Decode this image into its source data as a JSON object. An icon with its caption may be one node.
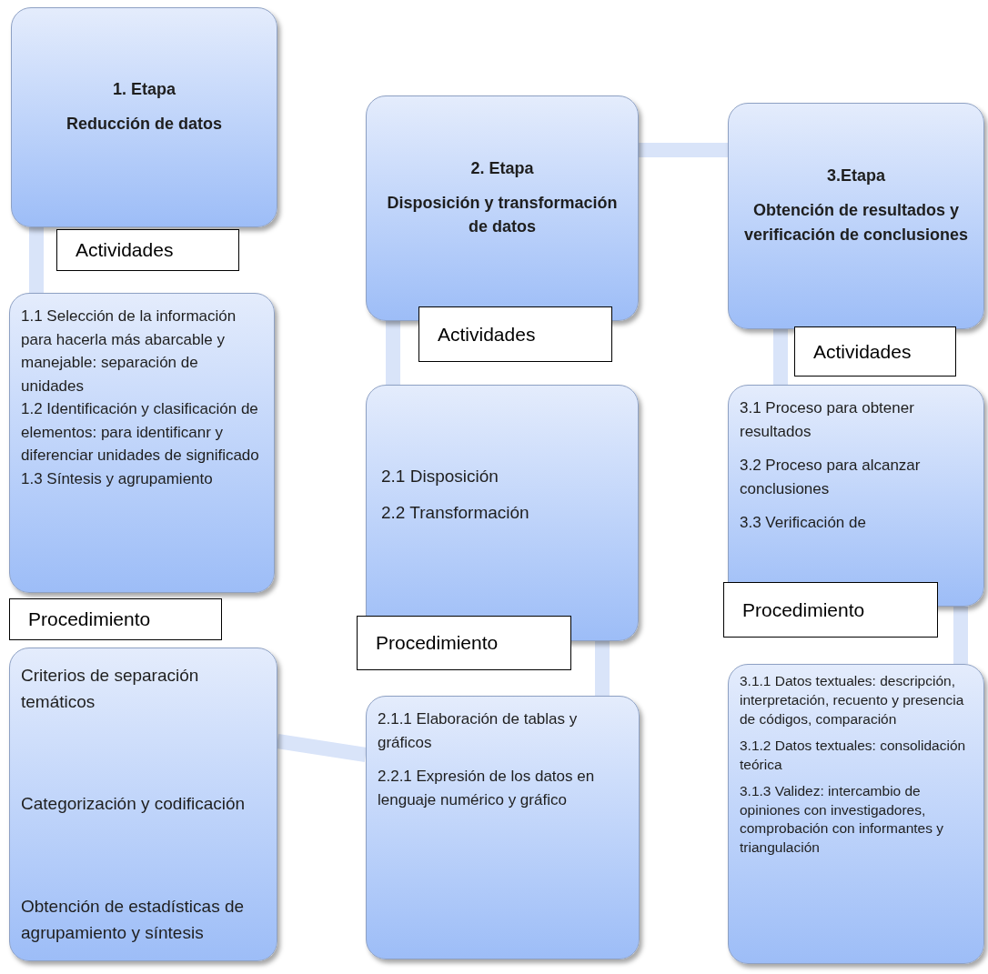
{
  "diagram": {
    "nodes": [
      {
        "text": [
          "1. Etapa",
          "Reducción de datos"
        ]
      },
      {
        "text": [
          "Actividades"
        ]
      },
      {
        "text": [
          "1.1 Selección de la información para hacerla más abarcable y manejable: separación de unidades",
          "1.2 Identificación y clasificación de elementos: para identificanr y diferenciar unidades de significado",
          "1.3 Síntesis y agrupamiento"
        ]
      },
      {
        "text": [
          "Procedimiento"
        ]
      },
      {
        "text": [
          "Criterios de separación temáticos",
          "Categorización y codificación",
          "Obtención de estadísticas de agrupamiento y síntesis"
        ]
      },
      {
        "text": [
          "2.  Etapa",
          "Disposición y transformación de datos"
        ]
      },
      {
        "text": [
          "Actividades"
        ]
      },
      {
        "text": [
          "2.1 Disposición",
          "2.2 Transformación"
        ]
      },
      {
        "text": [
          "Procedimiento"
        ]
      },
      {
        "text": [
          "2.1.1 Elaboración de tablas y gráficos",
          "2.2.1 Expresión de los datos en lenguaje numérico y gráfico"
        ]
      },
      {
        "text": [
          "3.Etapa",
          "Obtención de resultados y verificación de conclusiones"
        ]
      },
      {
        "text": [
          "Actividades"
        ]
      },
      {
        "text": [
          "3.1 Proceso para obtener resultados",
          "3.2 Proceso para alcanzar conclusiones",
          "3.3 Verificación de"
        ]
      },
      {
        "text": [
          "Procedimiento"
        ]
      },
      {
        "text": [
          "3.1.1 Datos textuales: descripción, interpretación, recuento y presencia de códigos, comparación",
          "3.1.2 Datos textuales: consolidación teórica",
          "3.1.3 Validez: intercambio de opiniones con investigadores, comprobación con informantes y triangulación"
        ]
      }
    ],
    "edges": [
      {
        "from": 0,
        "to": 2,
        "arrow": "none"
      },
      {
        "from": 5,
        "to": 7,
        "arrow": "none"
      },
      {
        "from": 7,
        "to": 9,
        "arrow": "none"
      },
      {
        "from": 5,
        "to": 10,
        "arrow": "none"
      },
      {
        "from": 10,
        "to": 12,
        "arrow": "none"
      },
      {
        "from": 12,
        "to": 14,
        "arrow": "none"
      },
      {
        "from": 4,
        "to": 9,
        "arrow": "none"
      }
    ]
  }
}
